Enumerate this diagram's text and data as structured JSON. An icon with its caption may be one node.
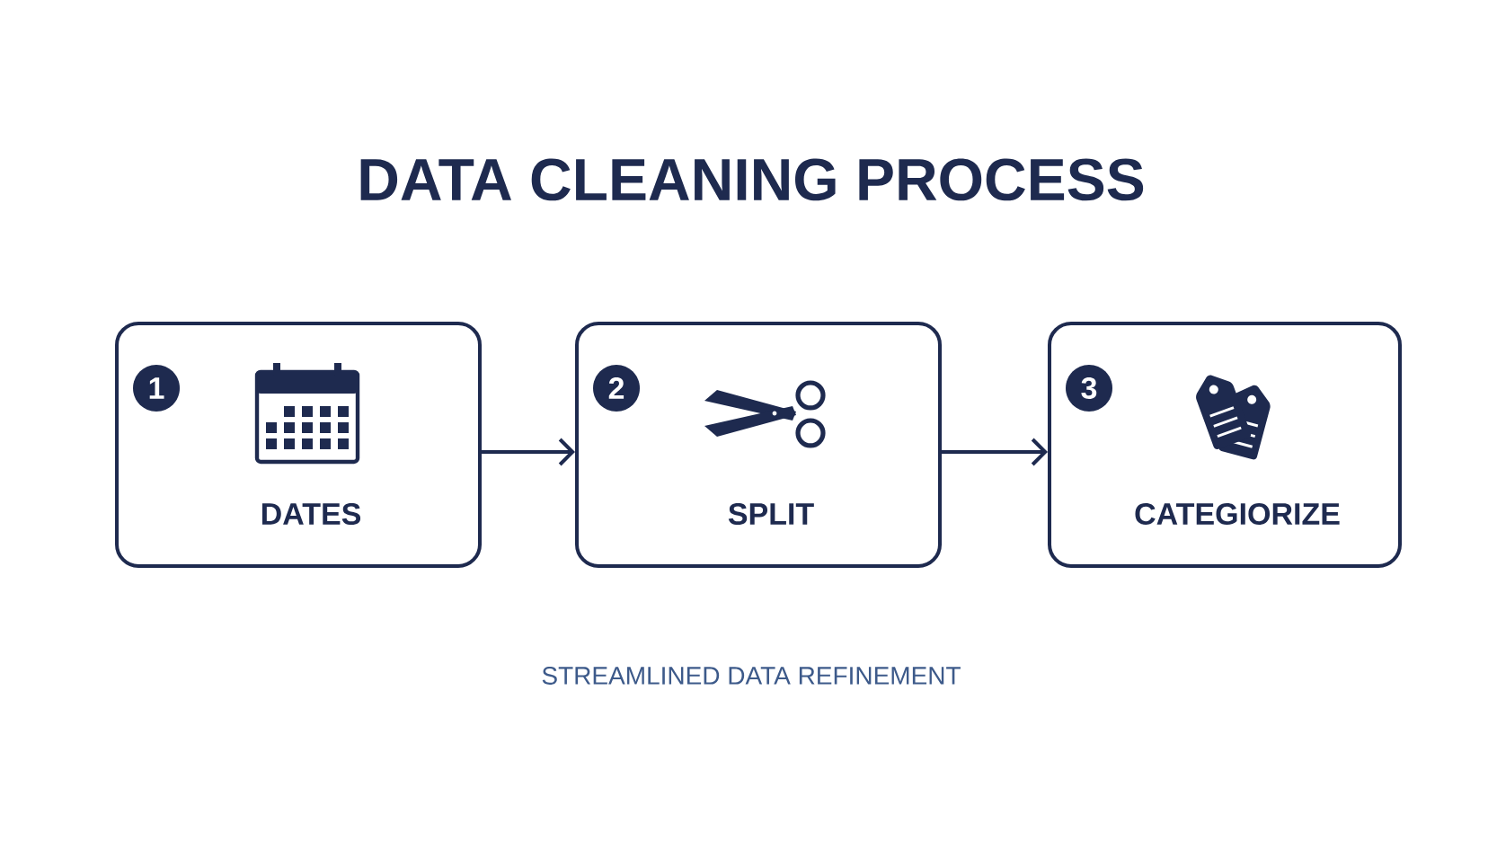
{
  "diagram": {
    "title": "DATA CLEANING PROCESS",
    "caption": "STREAMLINED DATA REFINEMENT",
    "nodes": [
      {
        "text": [
          "1",
          "DATES"
        ]
      },
      {
        "text": [
          "2",
          "SPLIT"
        ]
      },
      {
        "text": [
          "3",
          "CATEGIORIZE"
        ]
      }
    ],
    "edges": [
      {
        "from": 0,
        "to": 1,
        "arrow": "to"
      },
      {
        "from": 1,
        "to": 2,
        "arrow": "to"
      }
    ]
  }
}
